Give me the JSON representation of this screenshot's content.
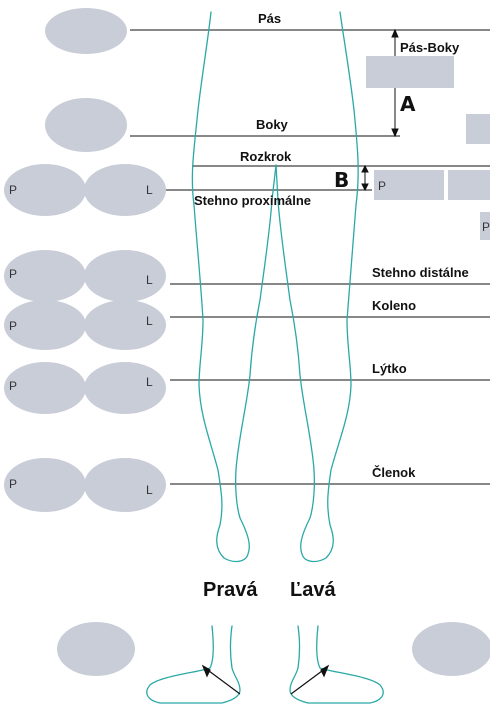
{
  "labels": {
    "pas": "Pás",
    "pas_boky": "Pás-Boky",
    "a_marker": "A",
    "boky": "Boky",
    "rozkrok": "Rozkrok",
    "b_marker": "B",
    "stehno_proximalne": "Stehno proximálne",
    "stehno_distalne": "Stehno distálne",
    "koleno": "Koleno",
    "lytko": "Lýtko",
    "clenok": "Členok"
  },
  "sides": {
    "right": "P",
    "left": "L"
  },
  "legs": {
    "right": "Pravá",
    "left": "Ľavá"
  },
  "colors": {
    "outline": "#2aa9a6",
    "field": "#c9cdd8",
    "line": "#111111"
  }
}
